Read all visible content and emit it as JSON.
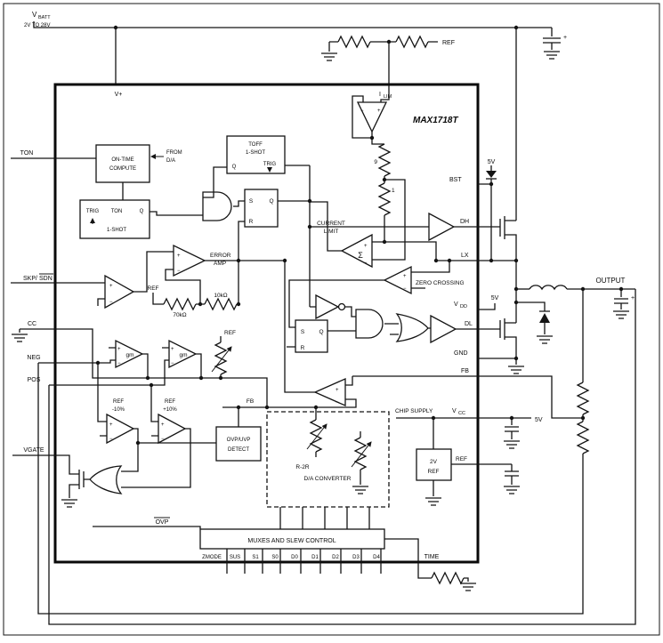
{
  "part_number": "MAX1718T",
  "symbols": {
    "plus": "+",
    "minus": "−",
    "sigma": "Σ"
  },
  "supply": {
    "vbatt": "V",
    "vbatt_sub": "BATT",
    "vbatt_range": "2V TO 28V",
    "v_plus": "V+",
    "ilim": "I",
    "ilim_sub": "LIM",
    "r_upper": "9",
    "r_lower": "1",
    "five_v": "5V",
    "ref": "REF",
    "output": "OUTPUT",
    "chip_supply": "CHIP SUPPLY",
    "vcc": "V",
    "vcc_sub": "CC"
  },
  "pins": {
    "ton": "TON",
    "skp": "SKP/",
    "sdn": "SDN",
    "cc": "CC",
    "neg": "NEG",
    "pos": "POS",
    "vgate": "VGATE",
    "ovp": "OVP",
    "bst": "BST",
    "dh": "DH",
    "lx": "LX",
    "vdd": "V",
    "vdd_sub": "DD",
    "dl": "DL",
    "gnd": "GND",
    "fb": "FB",
    "time": "TIME",
    "bottom": [
      "ZMODE",
      "SUS",
      "S1",
      "S0",
      "D0",
      "D1",
      "D2",
      "D3",
      "D4"
    ]
  },
  "blocks": {
    "on_time_1": "ON-TIME",
    "on_time_2": "COMPUTE",
    "from_da_1": "FROM",
    "from_da_2": "D/A",
    "toff": "TOFF",
    "one_shot": "1-SHOT",
    "ton": "TON",
    "q": "Q",
    "trig": "TRIG",
    "s": "S",
    "r": "R",
    "error_1": "ERROR",
    "error_2": "AMP",
    "r_10k": "10kΩ",
    "r_70k": "70kΩ",
    "current_1": "CURRENT",
    "current_2": "LIMIT",
    "zero_crossing": "ZERO CROSSING",
    "gm": "gm",
    "ref_low_1": "REF",
    "ref_low_2": "-10%",
    "ref_high_1": "REF",
    "ref_high_2": "+10%",
    "fb_node": "FB",
    "ovp_uvp_1": "OVP/UVP",
    "ovp_uvp_2": "DETECT",
    "r2r_1": "R-2R",
    "r2r_2": "D/A CONVERTER",
    "mux": "MUXES AND SLEW CONTROL",
    "ref2v_1": "2V",
    "ref2v_2": "REF"
  }
}
